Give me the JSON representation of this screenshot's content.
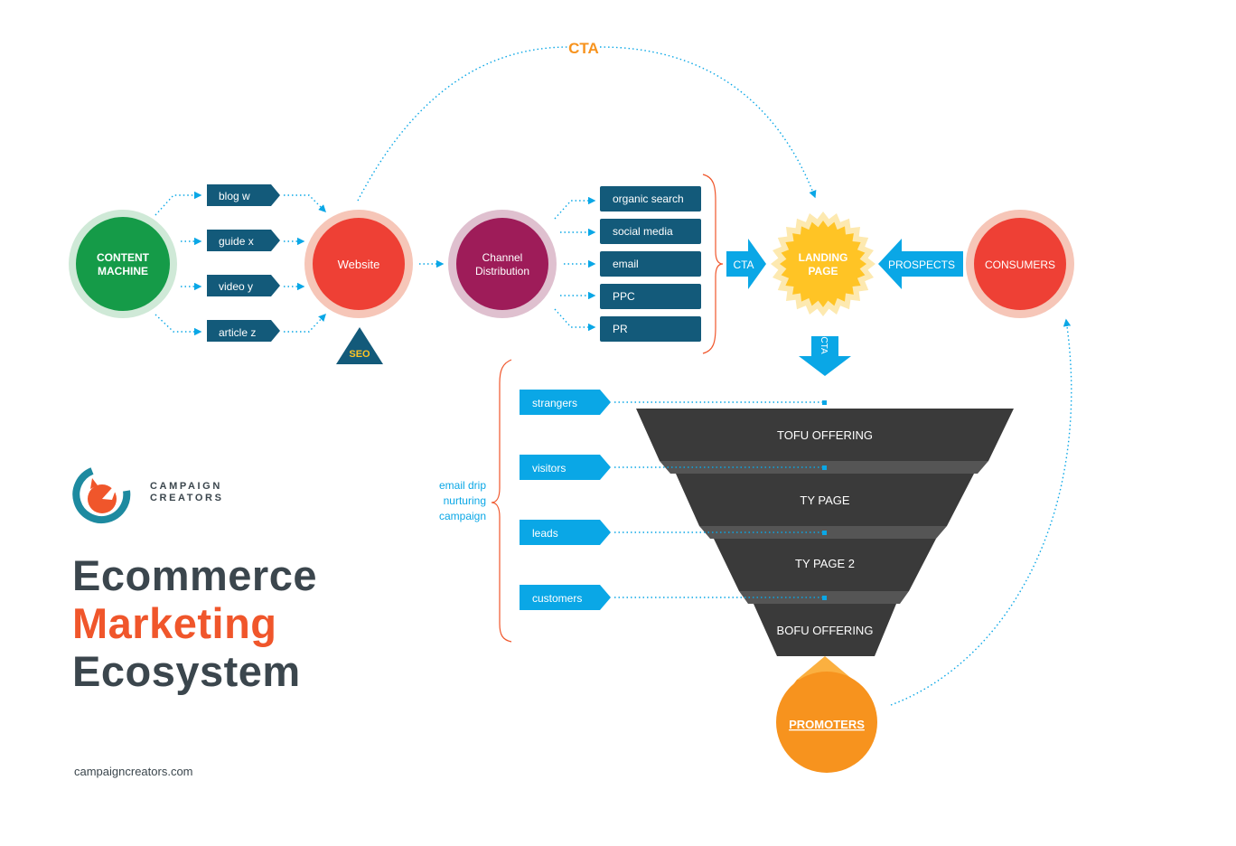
{
  "diagram": {
    "cta_top": "CTA",
    "content_machine": "CONTENT MACHINE",
    "content_items": [
      "blog w",
      "guide x",
      "video y",
      "article z"
    ],
    "website": "Website",
    "seo": "SEO",
    "channel_distribution": "Channel Distribution",
    "channels": [
      "organic search",
      "social media",
      "email",
      "PPC",
      "PR"
    ],
    "cta_right": "CTA",
    "landing_page": "LANDING PAGE",
    "prospects": "PROSPECTS",
    "consumers": "CONSUMERS",
    "cta_down": "CTA",
    "stages": [
      "strangers",
      "visitors",
      "leads",
      "customers"
    ],
    "funnel": [
      "TOFU OFFERING",
      "TY PAGE",
      "TY PAGE 2",
      "BOFU OFFERING"
    ],
    "email_drip": [
      "email drip",
      "nurturing",
      "campaign"
    ],
    "promoters": "PROMOTERS"
  },
  "brand": {
    "name_line1": "CAMPAIGN",
    "name_line2": "CREATORS",
    "title_line1": "Ecommerce",
    "title_line2": "Marketing",
    "title_line3": "Ecosystem",
    "website": "campaigncreators.com"
  },
  "colors": {
    "dark_blue": "#135a7a",
    "light_blue": "#0aa7e6",
    "green": "#159b48",
    "red": "#ee4035",
    "magenta": "#9e1c59",
    "yellow": "#ffc425",
    "orange": "#f7931e",
    "funnel": "#3a3a3a",
    "title_dark": "#3b464d",
    "title_orange": "#f0562b"
  }
}
